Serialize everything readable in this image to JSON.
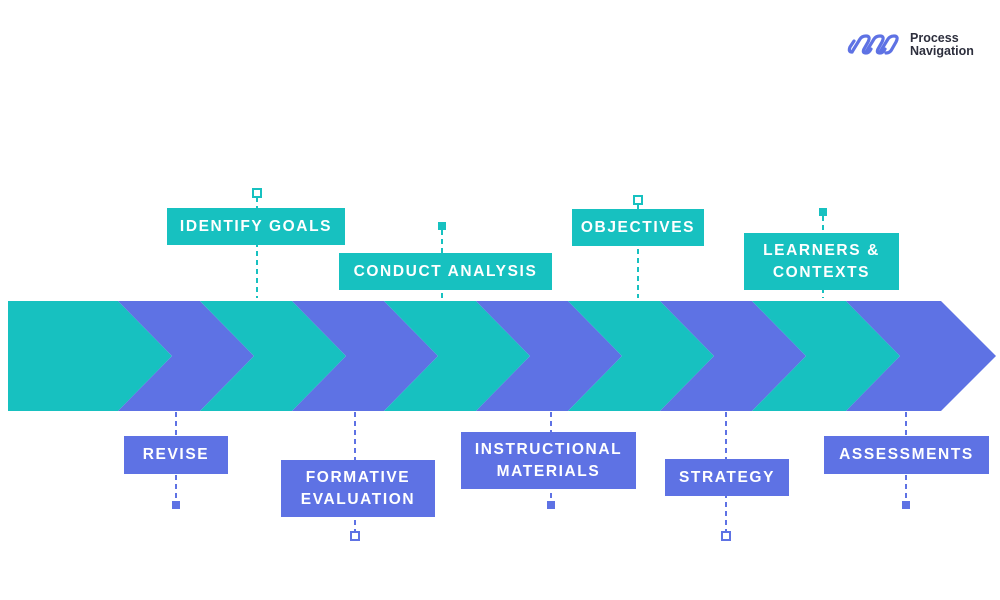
{
  "logo": {
    "line1": "Process",
    "line2": "Navigation",
    "icon": "chain-link-icon"
  },
  "colors": {
    "teal": "#17c1c0",
    "blue": "#5e72e4",
    "white": "#ffffff"
  },
  "top_labels": [
    {
      "id": "identify-goals",
      "line1": "IDENTIFY GOALS",
      "line2": ""
    },
    {
      "id": "conduct-analysis",
      "line1": "CONDUCT ANALYSIS",
      "line2": ""
    },
    {
      "id": "objectives",
      "line1": "OBJECTIVES",
      "line2": ""
    },
    {
      "id": "learners-contexts",
      "line1": "LEARNERS &",
      "line2": "CONTEXTS"
    }
  ],
  "bottom_labels": [
    {
      "id": "revise",
      "line1": "REVISE",
      "line2": ""
    },
    {
      "id": "formative-evaluation",
      "line1": "FORMATIVE",
      "line2": "EVALUATION"
    },
    {
      "id": "instructional-materials",
      "line1": "INSTRUCTIONAL",
      "line2": "MATERIALS"
    },
    {
      "id": "strategy",
      "line1": "STRATEGY",
      "line2": ""
    },
    {
      "id": "assessments",
      "line1": "ASSESSMENTS",
      "line2": ""
    }
  ]
}
